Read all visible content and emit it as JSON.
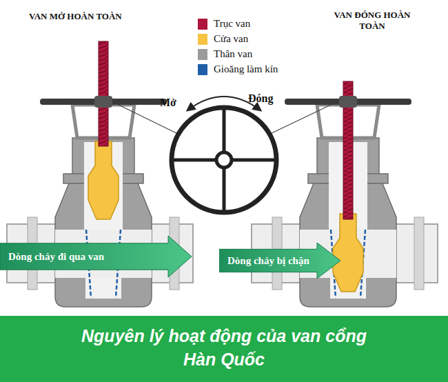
{
  "diagram": {
    "caption": "Nguyên lý hoạt động của van cổng Hàn Quốc",
    "nodes": [
      {
        "text": [
          "Dòng chảy đi qua van"
        ]
      },
      {
        "text": [
          "Dòng chảy bị chặn"
        ]
      }
    ],
    "labels": [
      "VAN MỞ HOÀN TOÀN",
      "VAN ĐÓNG HOÀN TOÀN",
      "Mở",
      "Đóng"
    ],
    "legend": [
      {
        "text": "Trục van",
        "color": "#b0163c"
      },
      {
        "text": "Cửa van",
        "color": "#f6c343"
      },
      {
        "text": "Thân van",
        "color": "#9b9b9b"
      },
      {
        "text": "Gioăng làm kín",
        "color": "#1f5fa8"
      }
    ]
  }
}
